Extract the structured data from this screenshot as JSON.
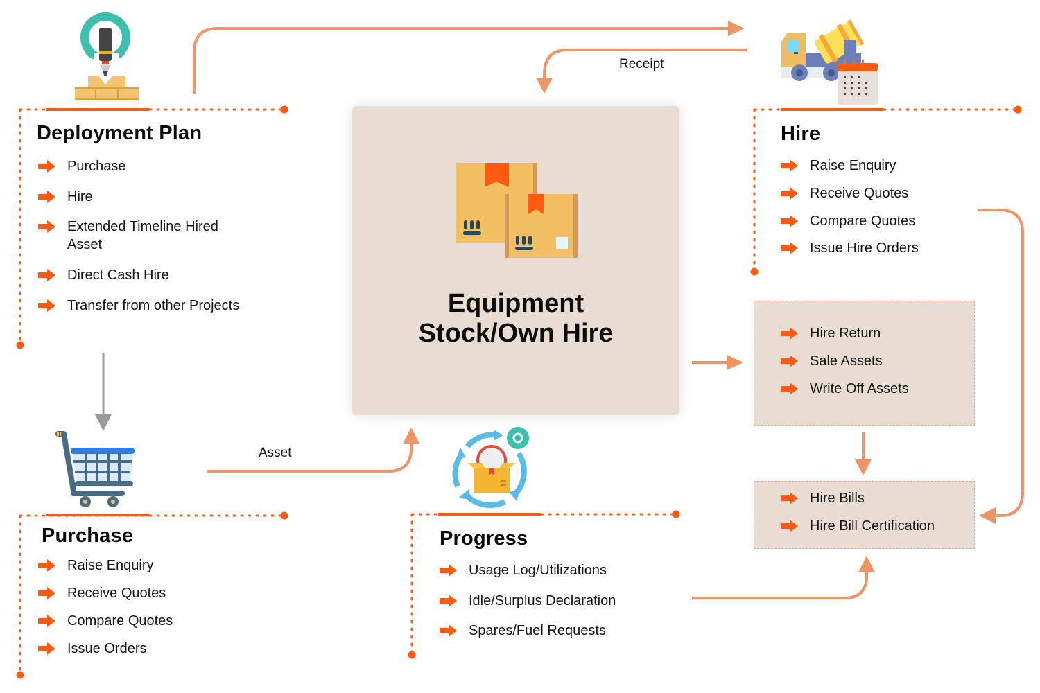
{
  "colors": {
    "accent_orange": "#ff5a12",
    "connector_orange": "#ef9464",
    "connector_gray": "#9a9a9a",
    "box_beige": "#e9ddd3",
    "text": "#141414"
  },
  "center": {
    "icon": "boxes-icon",
    "title_line1": "Equipment",
    "title_line2": "Stock/Own Hire"
  },
  "deployment_plan": {
    "icon": "construction-gear-icon",
    "title": "Deployment Plan",
    "items": [
      "Purchase",
      "Hire",
      "Extended Timeline Hired Asset",
      "Direct Cash Hire",
      "Transfer from other Projects"
    ]
  },
  "hire": {
    "icon": "mixer-truck-calendar-icon",
    "title": "Hire",
    "items": [
      "Raise Enquiry",
      "Receive Quotes",
      "Compare Quotes",
      "Issue Hire Orders"
    ]
  },
  "purchase": {
    "icon": "shopping-cart-icon",
    "title": "Purchase",
    "items": [
      "Raise Enquiry",
      "Receive Quotes",
      "Compare Quotes",
      "Issue Orders"
    ]
  },
  "progress": {
    "icon": "box-cycle-icon",
    "title": "Progress",
    "items": [
      "Usage Log/Utilizations",
      "Idle/Surplus Declaration",
      "Spares/Fuel Requests"
    ]
  },
  "returns_box": {
    "items": [
      "Hire Return",
      "Sale Assets",
      "Write Off Assets"
    ]
  },
  "bills_box": {
    "items": [
      "Hire Bills",
      "Hire Bill Certification"
    ]
  },
  "connector_labels": {
    "receipt": "Receipt",
    "asset": "Asset"
  }
}
